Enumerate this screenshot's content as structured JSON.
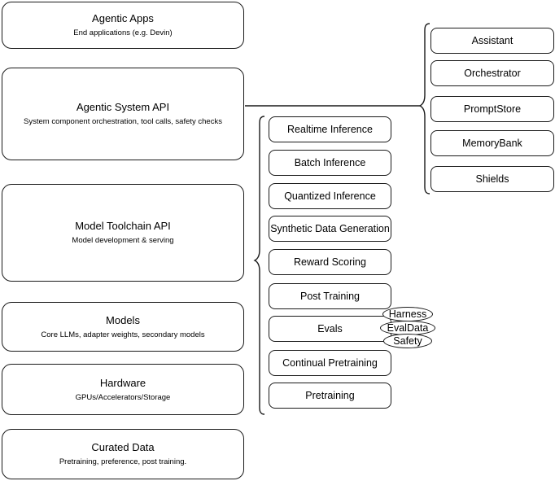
{
  "diagram": {
    "title": "AI Stack Layers Diagram",
    "stroke_color": "#1a1a1a",
    "background_color": "#ffffff",
    "left_column": [
      {
        "id": "agentic-apps",
        "title": "Agentic Apps",
        "subtitle": "End applications (e.g. Devin)"
      },
      {
        "id": "agentic-system-api",
        "title": "Agentic System API",
        "subtitle": "System component orchestration, tool calls, safety checks"
      },
      {
        "id": "model-toolchain-api",
        "title": "Model Toolchain API",
        "subtitle": "Model development & serving"
      },
      {
        "id": "models",
        "title": "Models",
        "subtitle": "Core LLMs, adapter weights, secondary models"
      },
      {
        "id": "hardware",
        "title": "Hardware",
        "subtitle": "GPUs/Accelerators/Storage"
      },
      {
        "id": "curated-data",
        "title": "Curated Data",
        "subtitle": "Pretraining, preference, post training."
      }
    ],
    "middle_column": [
      {
        "id": "realtime-inference",
        "label": "Realtime Inference"
      },
      {
        "id": "batch-inference",
        "label": "Batch Inference"
      },
      {
        "id": "quantized-inference",
        "label": "Quantized Inference"
      },
      {
        "id": "synthetic-data-generation",
        "label": "Synthetic Data Generation"
      },
      {
        "id": "reward-scoring",
        "label": "Reward Scoring"
      },
      {
        "id": "post-training",
        "label": "Post Training"
      },
      {
        "id": "evals",
        "label": "Evals"
      },
      {
        "id": "continual-pretraining",
        "label": "Continual Pretraining"
      },
      {
        "id": "pretraining",
        "label": "Pretraining"
      }
    ],
    "eval_badges": [
      {
        "id": "harness",
        "label": "Harness"
      },
      {
        "id": "evaldata",
        "label": "EvalData"
      },
      {
        "id": "safety",
        "label": "Safety"
      }
    ],
    "right_column": [
      {
        "id": "assistant",
        "label": "Assistant"
      },
      {
        "id": "orchestrator",
        "label": "Orchestrator"
      },
      {
        "id": "promptstore",
        "label": "PromptStore"
      },
      {
        "id": "memorybank",
        "label": "MemoryBank"
      },
      {
        "id": "shields",
        "label": "Shields"
      }
    ]
  }
}
